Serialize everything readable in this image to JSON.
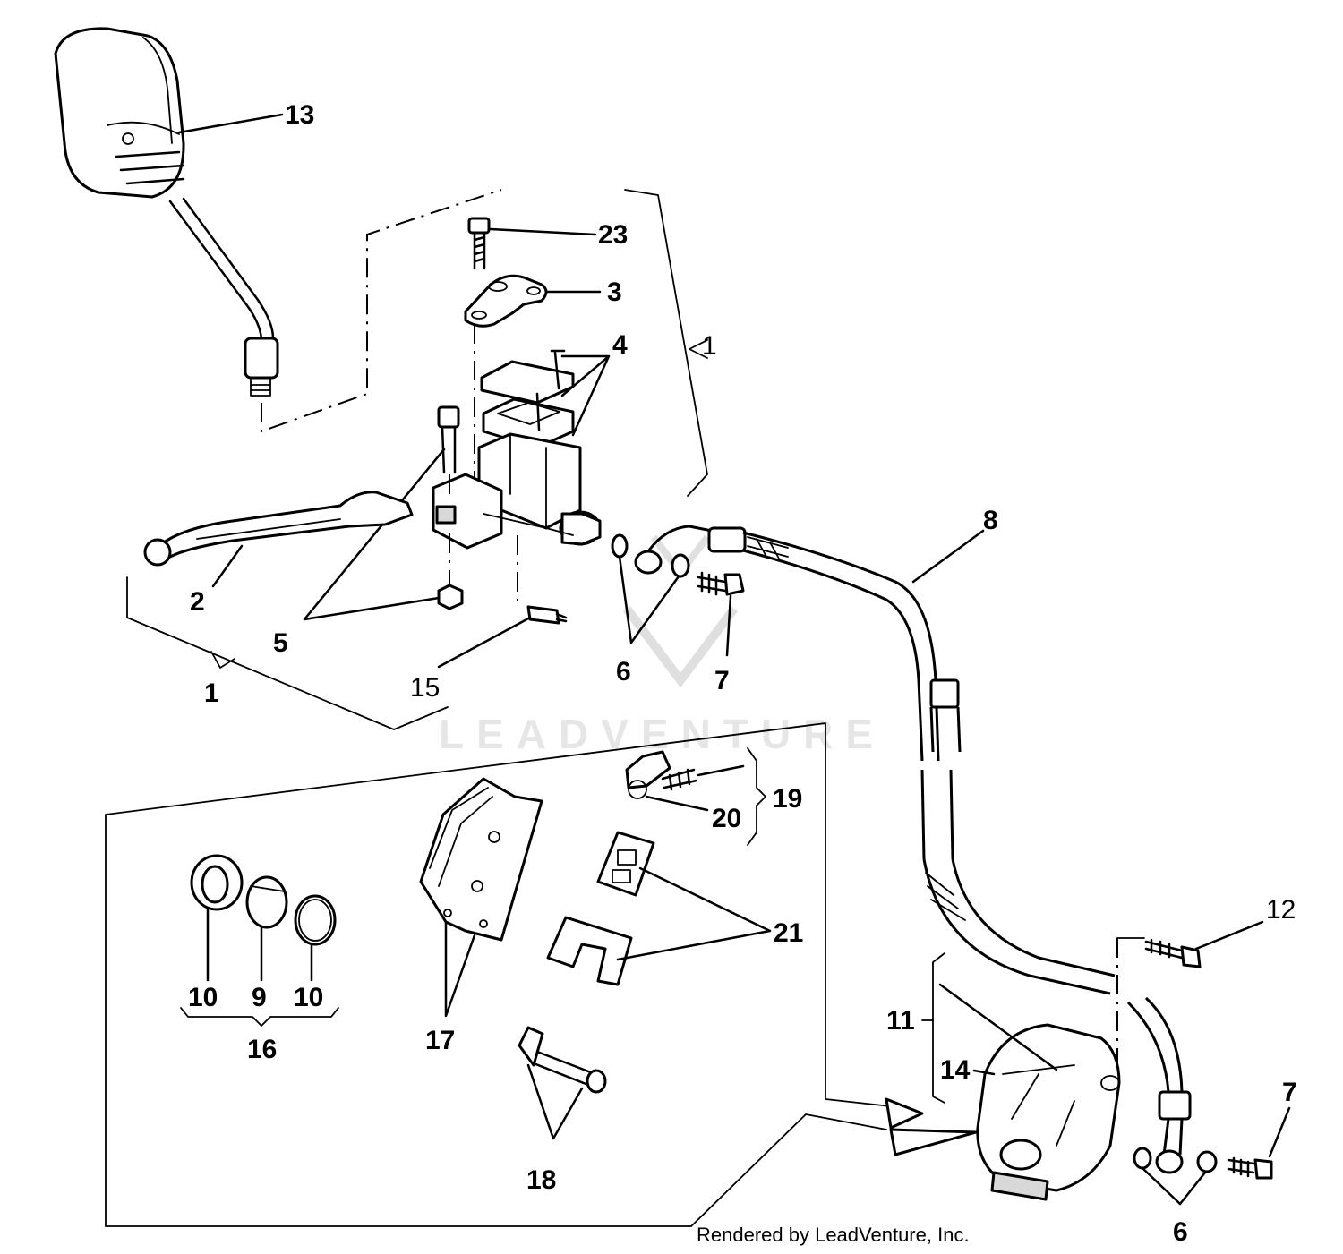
{
  "footer": {
    "credit": "Rendered by LeadVenture, Inc."
  },
  "watermark": {
    "text": "LEADVENTURE"
  },
  "callouts": {
    "c1_right": "1",
    "c1_left": "1",
    "c2": "2",
    "c3": "3",
    "c4": "4",
    "c5": "5",
    "c6_top": "6",
    "c6_bottom": "6",
    "c7_top": "7",
    "c7_bottom": "7",
    "c8": "8",
    "c9": "9",
    "c10_left": "10",
    "c10_right": "10",
    "c11": "11",
    "c12": "12",
    "c13": "13",
    "c14": "14",
    "c15": "15",
    "c16": "16",
    "c17": "17",
    "c18": "18",
    "c19": "19",
    "c20": "20",
    "c21": "21",
    "c23": "23"
  }
}
